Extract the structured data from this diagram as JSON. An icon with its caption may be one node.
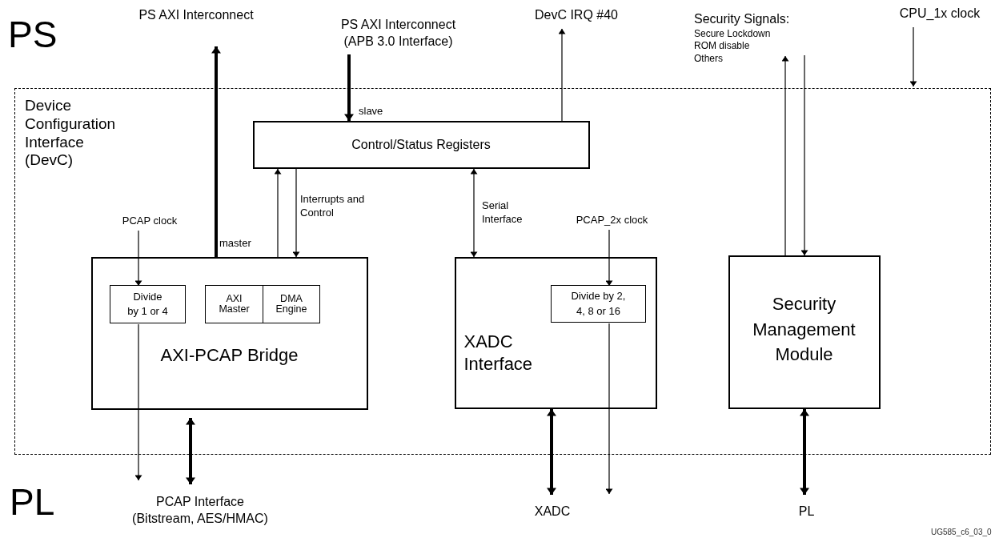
{
  "diagram": {
    "nodes": [
      {
        "text": [
          "Device Configuration Interface (DevC)"
        ]
      },
      {
        "text": [
          "Control/Status Registers"
        ],
        "in": 0
      },
      {
        "text": [
          "AXI-PCAP Bridge"
        ],
        "in": 0
      },
      {
        "text": [
          "Divide by 1 or 4"
        ],
        "in": 2
      },
      {
        "text": [
          "AXI Master"
        ],
        "in": 2
      },
      {
        "text": [
          "DMA Engine"
        ],
        "in": 2
      },
      {
        "text": [
          "XADC Interface"
        ],
        "in": 0
      },
      {
        "text": [
          "Divide by 2, 4, 8 or 16"
        ],
        "in": 6
      },
      {
        "text": [
          "Security Management Module"
        ],
        "in": 0
      },
      {
        "text": [
          "PS AXI Interconnect"
        ]
      },
      {
        "text": [
          "PS AXI Interconnect (APB 3.0 Interface)"
        ]
      },
      {
        "text": [
          "DevC IRQ #40"
        ]
      },
      {
        "text": [
          "Security Signals:",
          "Secure Lockdown",
          "ROM disable",
          "Others"
        ]
      },
      {
        "text": [
          "CPU_1x clock"
        ]
      },
      {
        "text": [
          "PCAP clock"
        ],
        "in": 0
      },
      {
        "text": [
          "PCAP_2x clock"
        ],
        "in": 0
      },
      {
        "text": [
          "PCAP Interface (Bitstream, AES/HMAC)"
        ]
      },
      {
        "text": [
          "XADC"
        ]
      },
      {
        "text": [
          "PL"
        ]
      }
    ],
    "edges": [
      {
        "from": 2,
        "to": 9,
        "arrow": "to",
        "label": "master",
        "style": "thick"
      },
      {
        "from": 10,
        "to": 1,
        "arrow": "to",
        "label": "slave",
        "style": "thick"
      },
      {
        "from": 1,
        "to": 11,
        "arrow": "to"
      },
      {
        "from": 2,
        "to": 1,
        "arrow": "to"
      },
      {
        "from": 1,
        "to": 2,
        "arrow": "to",
        "label": "Interrupts and Control"
      },
      {
        "from": 1,
        "to": 6,
        "arrow": "both",
        "label": "Serial Interface"
      },
      {
        "from": 14,
        "to": 3,
        "arrow": "to"
      },
      {
        "from": 3,
        "to": 16,
        "arrow": "to"
      },
      {
        "from": 2,
        "to": 16,
        "arrow": "both",
        "style": "thick"
      },
      {
        "from": 15,
        "to": 7,
        "arrow": "to"
      },
      {
        "from": 7,
        "to": null,
        "arrow": "to"
      },
      {
        "from": 6,
        "to": 17,
        "arrow": "both",
        "style": "thick"
      },
      {
        "from": 8,
        "to": 12,
        "arrow": "to"
      },
      {
        "from": 12,
        "to": 8,
        "arrow": "to"
      },
      {
        "from": 13,
        "to": 0,
        "arrow": "to"
      },
      {
        "from": 8,
        "to": 18,
        "arrow": "both",
        "style": "thick"
      }
    ],
    "labels": [
      "PS",
      "PL",
      "UG585_c6_03_0"
    ]
  }
}
